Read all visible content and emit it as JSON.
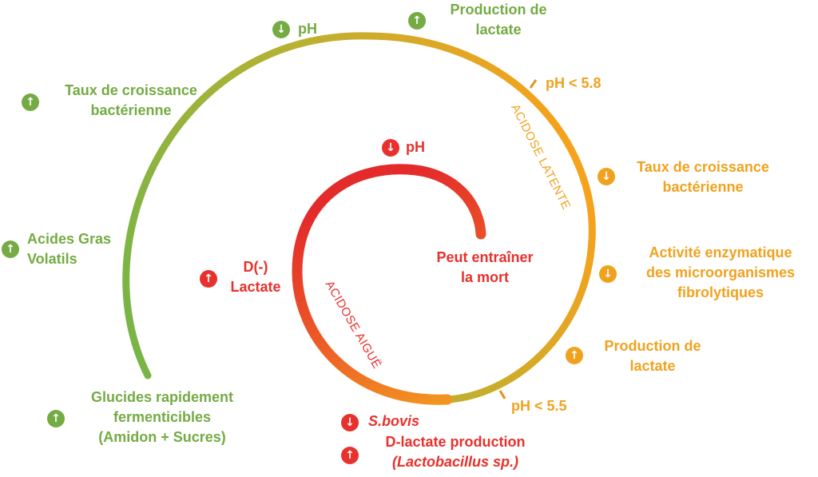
{
  "colors": {
    "green": "#74ab43",
    "orange": "#f0a21e",
    "red": "#e8312c"
  },
  "outer_labels": {
    "ph": {
      "direction": "down",
      "text": "pH"
    },
    "lactate_top": {
      "direction": "up",
      "lines": [
        "Production de",
        "lactate"
      ]
    },
    "growth_green": {
      "direction": "up",
      "lines": [
        "Taux de croissance",
        "bactérienne"
      ]
    },
    "agv": {
      "direction": "up",
      "lines": [
        "Acides Gras",
        "Volatils"
      ]
    },
    "glucides": {
      "direction": "up",
      "lines": [
        "Glucides rapidement",
        "fermenticibles",
        "(Amidon + Sucres)"
      ]
    }
  },
  "thresholds": {
    "latent": "pH < 5.8",
    "acute": "pH < 5.5"
  },
  "latent_labels": {
    "growth": {
      "direction": "down",
      "lines": [
        "Taux de croissance",
        "bactérienne"
      ]
    },
    "enzyme": {
      "direction": "down",
      "lines": [
        "Activité enzymatique",
        "des microorganismes",
        "fibrolytiques"
      ]
    },
    "lactate": {
      "direction": "up",
      "lines": [
        "Production de",
        "lactate"
      ]
    }
  },
  "phases": {
    "latent": "ACIDOSE LATENTE",
    "acute": "ACIDOSE AIGUË"
  },
  "acute_labels": {
    "ph": {
      "direction": "down",
      "text": "pH"
    },
    "dlactate": {
      "direction": "up",
      "lines": [
        "D(-)",
        "Lactate"
      ]
    },
    "sbovis": {
      "direction": "down",
      "text": "S.bovis"
    },
    "dlactate_prod": {
      "direction": "up",
      "lines": [
        "D-lactate production",
        "(Lactobacillus sp.)"
      ]
    }
  },
  "outcome": {
    "lines": [
      "Peut entraîner",
      "la mort"
    ]
  },
  "arrows": {
    "up": "↑",
    "down": "↓"
  }
}
